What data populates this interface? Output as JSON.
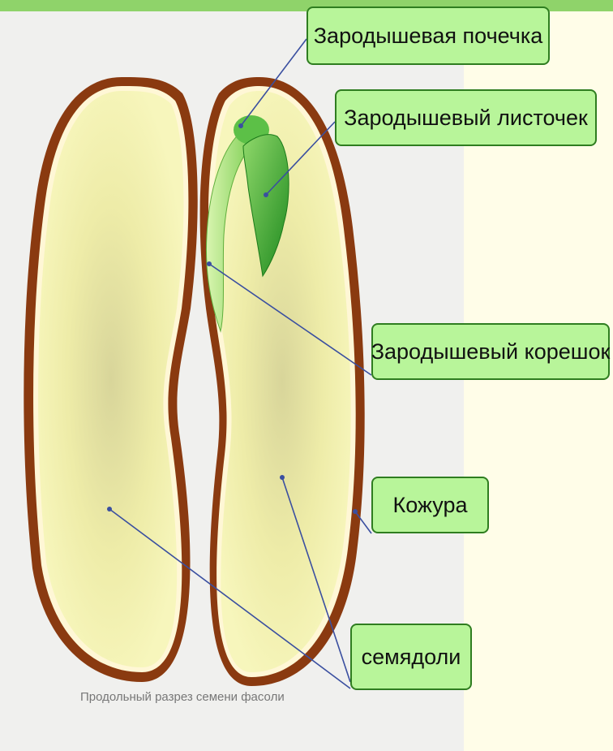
{
  "labels": {
    "plumule": "Зародышевая почечка",
    "embryonic_leaf": "Зародышевый листочек",
    "radicle": "Зародышевый корешок",
    "seed_coat": "Кожура",
    "cotyledons": "семядоли"
  },
  "caption": "Продольный разрез семени фасоли",
  "colors": {
    "label_fill": "#b8f59a",
    "label_border": "#2f7d20",
    "leader_line": "#3a4fa0",
    "seed_coat": "#8a3a10",
    "cotyledon": "#f3f2b0",
    "embryo": "#49b33a"
  }
}
